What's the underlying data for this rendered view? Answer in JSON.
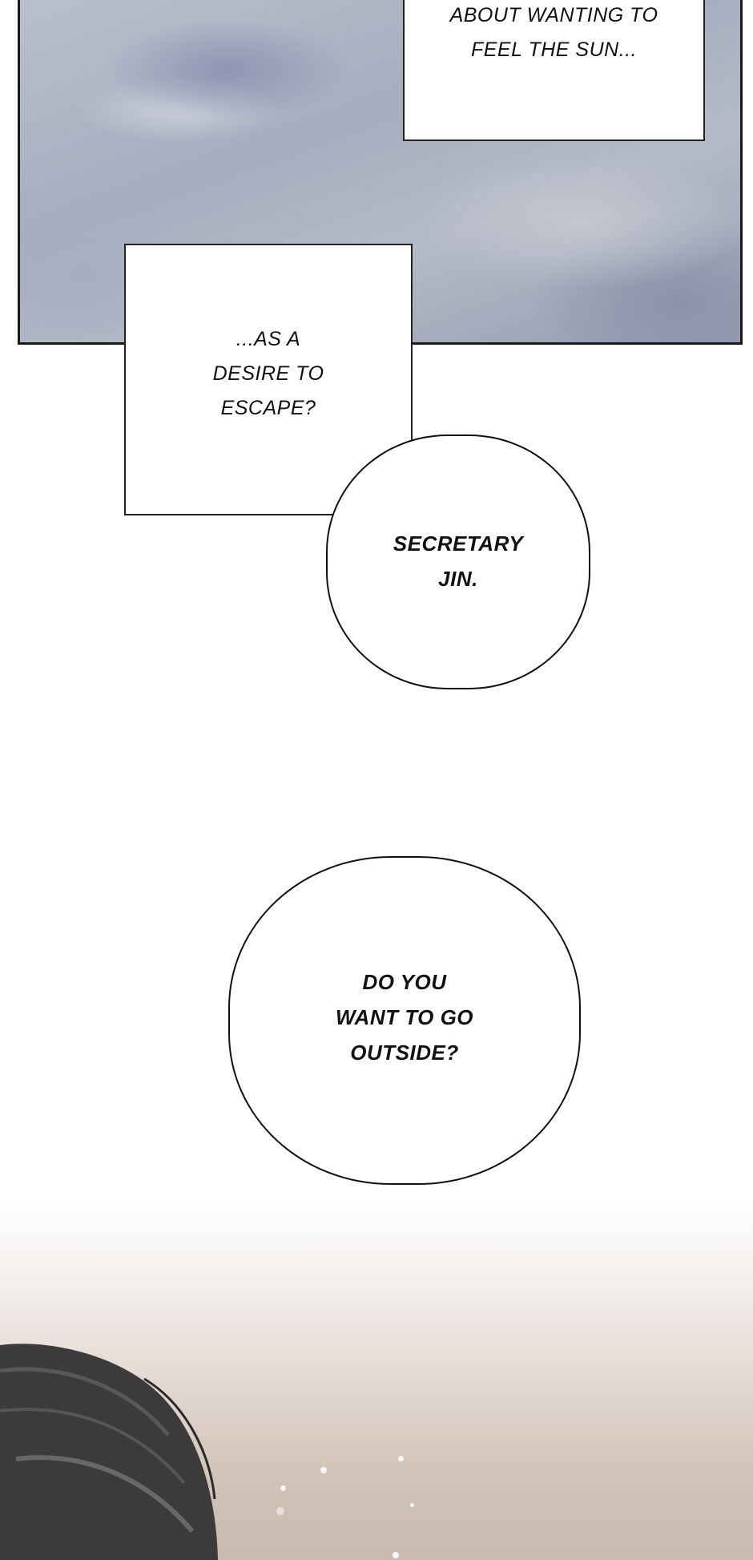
{
  "panels": {
    "caption_1": {
      "lines": [
        "ABOUT WANTING TO",
        "FEEL THE SUN..."
      ]
    },
    "caption_2": {
      "lines": [
        "...AS A",
        "DESIRE TO",
        "ESCAPE?"
      ]
    },
    "bubble_1": {
      "lines": [
        "SECRETARY",
        "JIN."
      ]
    },
    "bubble_2": {
      "lines": [
        "DO YOU",
        "WANT TO GO",
        "OUTSIDE?"
      ]
    }
  },
  "colors": {
    "marble": "#a5adbf",
    "ink": "#111111",
    "warm_bg": "#c9b9ae",
    "hair": "#3a3839"
  }
}
